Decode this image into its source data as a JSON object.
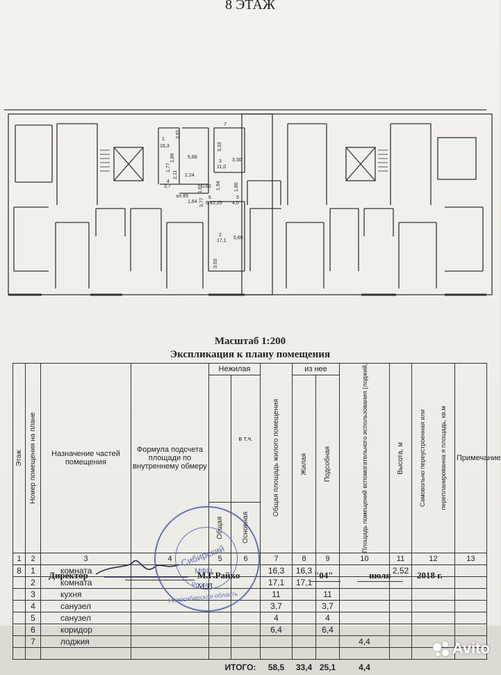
{
  "floor_title": "8 ЭТАЖ",
  "plan_labels": [
    {
      "n": "1",
      "area": "16,3",
      "dims": [
        "3,61",
        "5,68"
      ]
    },
    {
      "n": "2",
      "area": "17,1",
      "dims": [
        "5,65",
        "3,03"
      ]
    },
    {
      "n": "3",
      "area": "11,0",
      "dims": [
        "3,33",
        "3,30"
      ]
    },
    {
      "n": "4",
      "area": "3,7",
      "dims": [
        "1,77",
        "2,11",
        "2,24",
        "1,89"
      ]
    },
    {
      "n": "5",
      "area": "4,0",
      "dims": [
        "1,80",
        "1,94"
      ]
    },
    {
      "n": "6",
      "area": "6,4",
      "dims": [
        "2,25",
        "1,65",
        "1,64",
        "3,77",
        "0,60"
      ]
    },
    {
      "n": "7",
      "area": "",
      "dims": []
    }
  ],
  "plan_extra_label": "кл 85",
  "scale": "Масштаб 1:200",
  "explication_title": "Экспликация к  плану помещения",
  "table": {
    "headers": {
      "floor": "Этаж",
      "room_no": "Номер помещения на плане",
      "purpose": "Назначение частей помещения",
      "formula": "Формула подсчета площади по внутреннему обмеру",
      "nonres": "Нежилая",
      "incl": "в т.ч.",
      "nonres_total": "Общая",
      "nonres_main": "Основная",
      "total_area": "Общая площадь жилого помещения",
      "of_which": "из нее",
      "living": "Жилая",
      "auxiliary": "Подсобная",
      "aux_area": "Площадь помещений вспомогательного использования (лоджий,",
      "height": "Высота, м",
      "rebuilt": "Самовольно переустроенная или",
      "replanned": "перепланированна я площадь, кв.м",
      "note": "Примечание"
    },
    "col_numbers": [
      "1",
      "2",
      "3",
      "4",
      "5",
      "6",
      "7",
      "8",
      "9",
      "10",
      "11",
      "12",
      "13"
    ],
    "rows": [
      {
        "floor": "8",
        "no": "1",
        "purpose": "комната",
        "total": "16,3",
        "living": "16,3",
        "aux": "",
        "aux_area": "",
        "height": "2,52"
      },
      {
        "floor": "",
        "no": "2",
        "purpose": "комната",
        "total": "17,1",
        "living": "17,1",
        "aux": "",
        "aux_area": "",
        "height": ""
      },
      {
        "floor": "",
        "no": "3",
        "purpose": "кухня",
        "total": "11",
        "living": "",
        "aux": "11",
        "aux_area": "",
        "height": ""
      },
      {
        "floor": "",
        "no": "4",
        "purpose": "санузел",
        "total": "3,7",
        "living": "",
        "aux": "3,7",
        "aux_area": "",
        "height": ""
      },
      {
        "floor": "",
        "no": "5",
        "purpose": "санузел",
        "total": "4",
        "living": "",
        "aux": "4",
        "aux_area": "",
        "height": ""
      },
      {
        "floor": "",
        "no": "6",
        "purpose": "коридор",
        "total": "6,4",
        "living": "",
        "aux": "6,4",
        "aux_area": "",
        "height": ""
      },
      {
        "floor": "",
        "no": "7",
        "purpose": "лоджия",
        "total": "",
        "living": "",
        "aux": "",
        "aux_area": "4,4",
        "height": ""
      },
      {
        "floor": "",
        "no": "",
        "purpose": "",
        "total": "",
        "living": "",
        "aux": "",
        "aux_area": "",
        "height": ""
      }
    ],
    "totals": {
      "label": "ИТОГО:",
      "total": "58,5",
      "living": "33,4",
      "aux": "25,1",
      "aux_area": "4,4"
    }
  },
  "signature": {
    "role": "Директор",
    "name": "М.Г.Райко",
    "initials": "М.П.",
    "day": "\"04\"",
    "month": "июля",
    "year": "2018 г."
  },
  "stamp_text": {
    "t1": "Сибирский",
    "t2": "МФЦ",
    "t3": "Россия",
    "t4": "Новосибирская область"
  },
  "watermark": "Avito",
  "colors": {
    "stamp": "#4f5fa8",
    "ink": "#222222",
    "paper": "#f0efea"
  }
}
